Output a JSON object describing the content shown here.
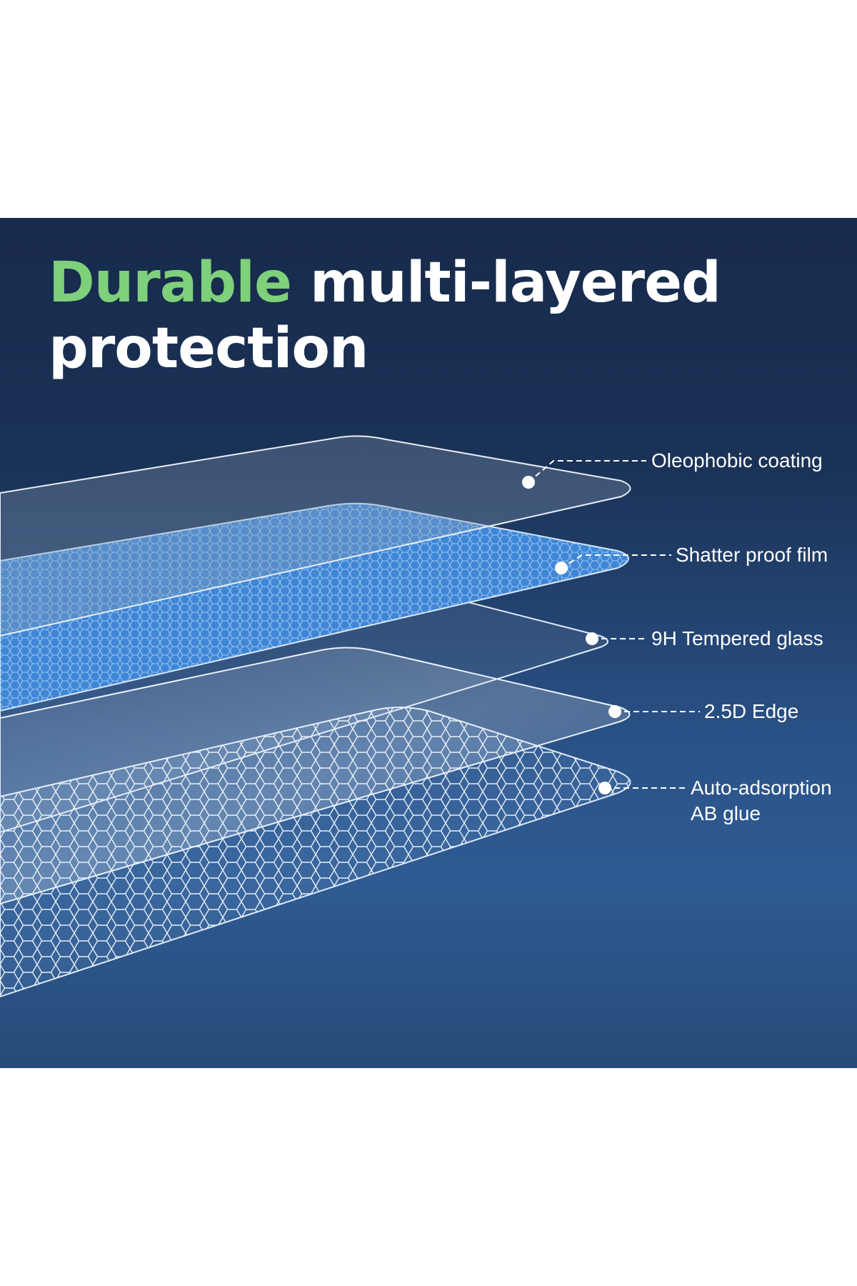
{
  "headline": {
    "accent": "Durable",
    "rest": " multi-layered protection"
  },
  "layers": [
    {
      "label": "Oleophobic coating"
    },
    {
      "label": "Shatter proof film"
    },
    {
      "label": "9H Tempered glass"
    },
    {
      "label": "2.5D Edge"
    },
    {
      "label": "Auto-adsorption",
      "label2": "AB glue"
    }
  ],
  "colors": {
    "accent": "#7ed07a",
    "background_top": "#172a4b",
    "background_bottom": "#2f5b92",
    "film_blue": "#3f86d6"
  }
}
